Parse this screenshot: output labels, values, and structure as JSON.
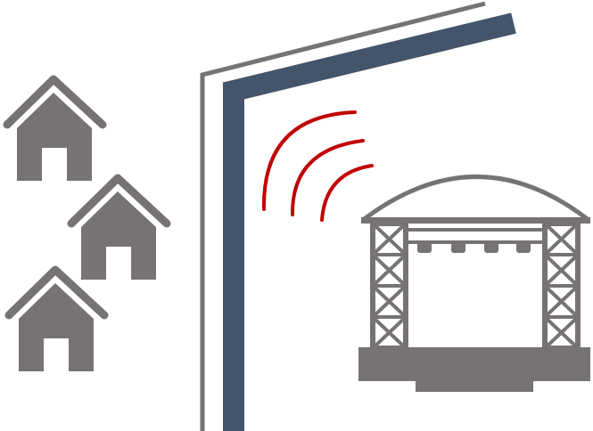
{
  "colors": {
    "background": "#ffffff",
    "house": "#767372",
    "house_door": "#ffffff",
    "outer_wall": "#767372",
    "barrier_wall": "#44546a",
    "sound_waves": "#c00000",
    "stage": "#767372"
  },
  "icons": {
    "houses": [
      "house-icon",
      "house-icon",
      "house-icon"
    ],
    "walls": [
      "outer-wall-line",
      "noise-barrier-wall"
    ],
    "sound": "sound-wave-icon",
    "stage": "concert-stage-icon"
  },
  "counts": {
    "houses": 3,
    "sound_wave_arcs": 3,
    "stage_lights": 4
  }
}
